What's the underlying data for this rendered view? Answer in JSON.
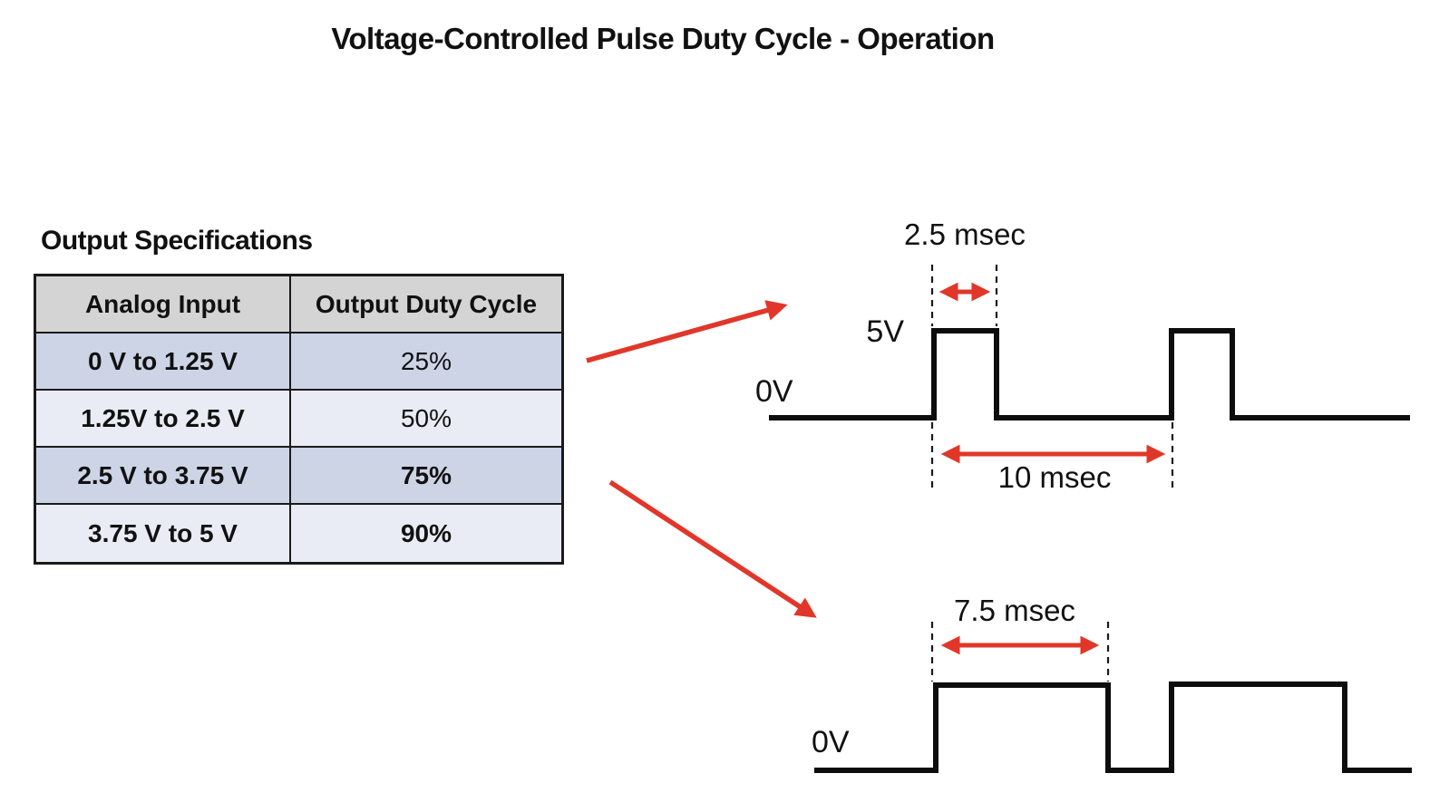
{
  "title": "Voltage-Controlled Pulse Duty Cycle - Operation",
  "table": {
    "heading": "Output Specifications",
    "columns": [
      "Analog Input",
      "Output Duty Cycle"
    ],
    "rows": [
      {
        "input": "0 V to 1.25 V",
        "duty": "25%"
      },
      {
        "input": "1.25V to 2.5 V",
        "duty": "50%"
      },
      {
        "input": "2.5 V to 3.75 V",
        "duty": "75%"
      },
      {
        "input": "3.75 V to 5 V",
        "duty": "90%"
      }
    ]
  },
  "waveform_top": {
    "high_label": "5V",
    "low_label": "0V",
    "pulse_width_label": "2.5 msec",
    "period_label": "10 msec"
  },
  "waveform_bottom": {
    "low_label": "0V",
    "pulse_width_label": "7.5 msec"
  },
  "colors": {
    "arrow_red": "#e0372a",
    "line_black": "#0d0d0d",
    "table_header_bg": "#d4d4d4",
    "table_row_odd_bg": "#cdd4e6",
    "table_row_even_bg": "#e9ecf4"
  }
}
